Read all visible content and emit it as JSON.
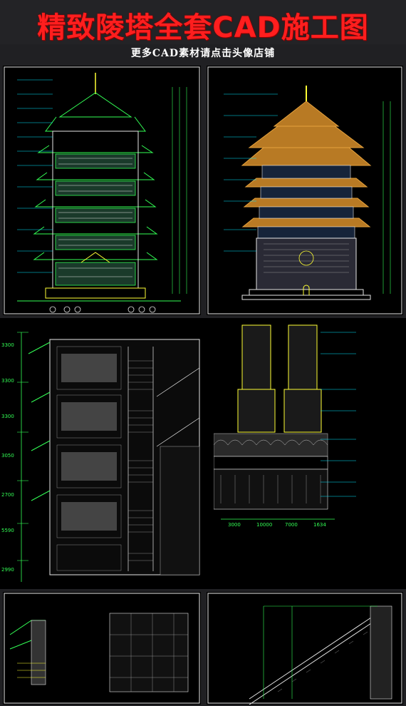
{
  "header": {
    "title": "精致陵塔全套CAD施工图",
    "subtitle": "更多CAD素材请点击头像店铺"
  },
  "colors": {
    "background": "#202023",
    "title": "#ff1e1e",
    "subtitle": "#ffffff",
    "cad_green": "#33ff55",
    "cad_yellow": "#ffff33",
    "cad_white": "#e6e6e6",
    "cad_cyan": "#00e5ff",
    "roof_orange": "#e6a23c"
  },
  "drawings": [
    {
      "kind": "section",
      "subject": "pagoda-section"
    },
    {
      "kind": "elevation",
      "subject": "pagoda-elevation"
    },
    {
      "kind": "section-detail",
      "subject": "stair-detail"
    },
    {
      "kind": "elevation-detail",
      "subject": "pillar-detail"
    },
    {
      "kind": "detail",
      "subject": "eave-detail-left"
    },
    {
      "kind": "detail",
      "subject": "eave-detail-right"
    }
  ],
  "dimensions": {
    "bottom_row": [
      "3000",
      "10000",
      "7000",
      "1634"
    ],
    "left_column": [
      "3300",
      "3300",
      "3300",
      "3050",
      "2700",
      "5590",
      "2990"
    ]
  }
}
